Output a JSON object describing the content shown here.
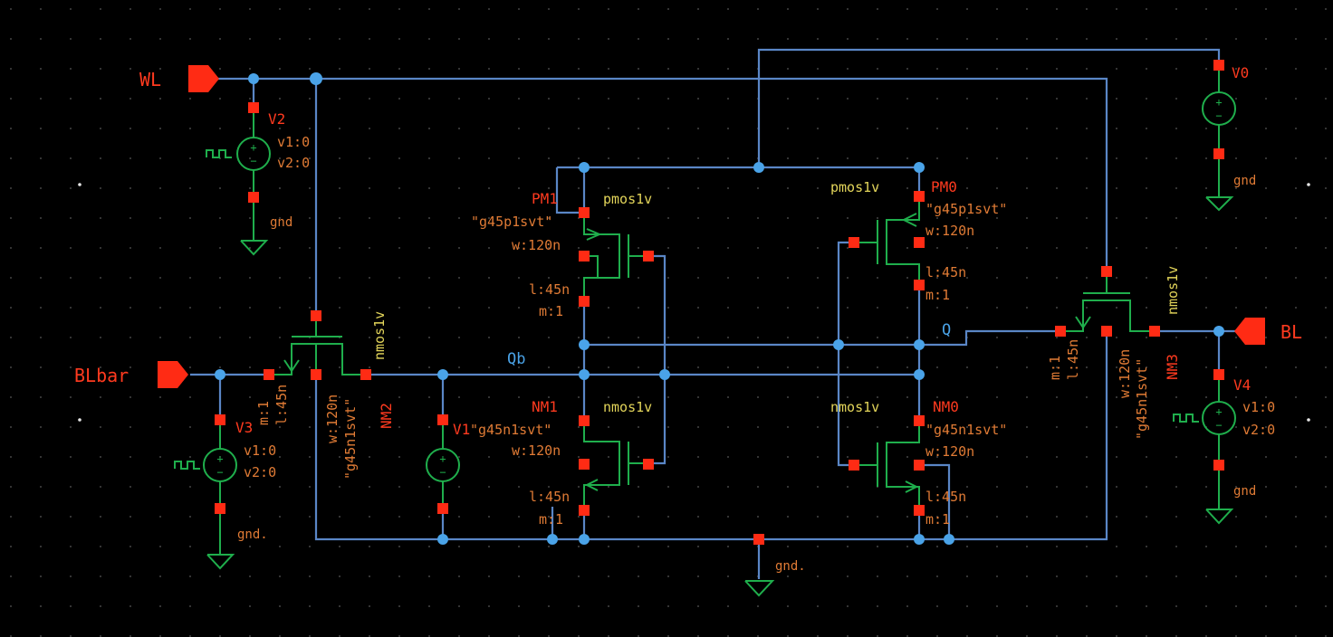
{
  "pins": {
    "wl": "WL",
    "bl": "BL",
    "blbar": "BLbar"
  },
  "nets": {
    "qb": "Qb",
    "q": "Q"
  },
  "gnd": {
    "v2": "gnd",
    "v0": "gnd",
    "v3": "gnd.",
    "v4": "gnd",
    "main": "gnd."
  },
  "sources": {
    "v0": {
      "name": "V0"
    },
    "v1": {
      "name": "V1"
    },
    "v2": {
      "name": "V2",
      "p1": "v1:0",
      "p2": "v2:0"
    },
    "v3": {
      "name": "V3",
      "p1": "v1:0",
      "p2": "v2:0"
    },
    "v4": {
      "name": "V4",
      "p1": "v1:0",
      "p2": "v2:0"
    }
  },
  "transistors": {
    "pm1": {
      "name": "PM1",
      "cell": "pmos1v",
      "model": "\"g45p1svt\"",
      "w": "w:120n",
      "l": "l:45n",
      "m": "m:1"
    },
    "pm0": {
      "name": "PM0",
      "cell": "pmos1v",
      "model": "\"g45p1svt\"",
      "w": "w:120n",
      "l": "l:45n",
      "m": "m:1"
    },
    "nm1": {
      "name": "NM1",
      "cell": "nmos1v",
      "model": "\"g45n1svt\"",
      "w": "w:120n",
      "l": "l:45n",
      "m": "m:1"
    },
    "nm0": {
      "name": "NM0",
      "cell": "nmos1v",
      "model": "\"g45n1svt\"",
      "w": "w:120n",
      "l": "l:45n",
      "m": "m:1"
    },
    "nm2": {
      "name": "NM2",
      "cell": "nmos1v",
      "model": "\"g45n1svt\"",
      "w": "w:120n",
      "l": "l:45n",
      "m": "m:1"
    },
    "nm3": {
      "name": "NM3",
      "cell": "nmos1v",
      "model": "\"g45n1svt\"",
      "w": "w:120n",
      "l": "l:45n",
      "m": "m:1"
    }
  },
  "colors": {
    "background": "#000000",
    "wire": "#5a86c6",
    "symbol": "#1fae4c",
    "pin": "#ff2b14",
    "junction": "#4aa3e8",
    "instance_name": "#ff3a1f",
    "property": "#e07b35",
    "cell_name": "#e3d55a"
  }
}
